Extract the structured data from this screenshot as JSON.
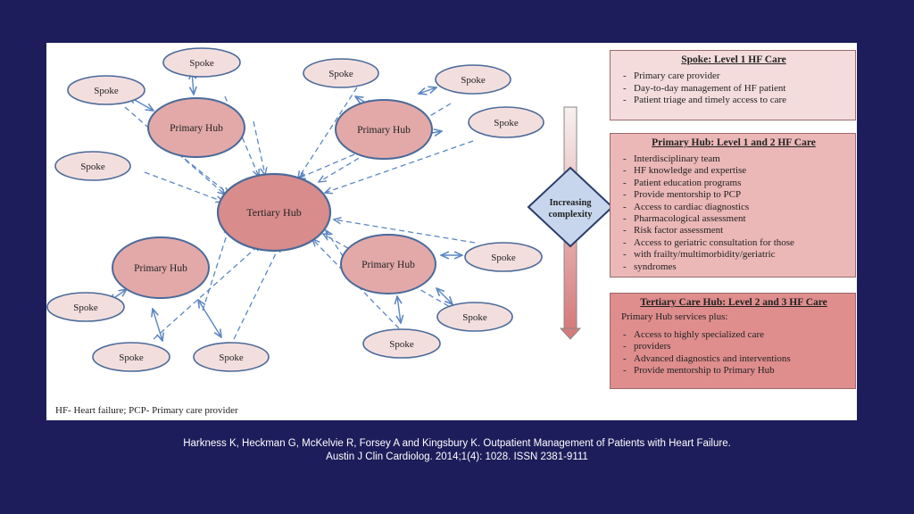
{
  "diagram": {
    "nodes": {
      "tertiary_hub": "Tertiary Hub",
      "primary_hub_top_left": "Primary Hub",
      "primary_hub_top_right": "Primary Hub",
      "primary_hub_bottom_left": "Primary Hub",
      "primary_hub_bottom_right": "Primary Hub",
      "spoke": "Spoke"
    },
    "complexity_label_line1": "Increasing",
    "complexity_label_line2": "complexity",
    "footnote": "HF- Heart failure; PCP- Primary care provider"
  },
  "boxes": {
    "spoke": {
      "title": "Spoke: Level 1 HF Care",
      "items": [
        "Primary care provider",
        "Day-to-day management of HF patient",
        "Patient triage and timely access to care"
      ]
    },
    "primary_hub": {
      "title": "Primary Hub: Level 1 and 2 HF Care",
      "items": [
        "Interdisciplinary team",
        "HF knowledge and expertise",
        "Patient education programs",
        "Provide mentorship to PCP",
        "Access to cardiac diagnostics",
        "Pharmacological assessment",
        "Risk factor assessment",
        "Access to geriatric consultation for those",
        "with frailty/multimorbidity/geriatric",
        "syndromes"
      ]
    },
    "tertiary": {
      "title": "Tertiary Care Hub: Level 2 and 3 HF Care",
      "subtitle": "Primary Hub services plus:",
      "items": [
        "Access to highly specialized care",
        "providers",
        "Advanced diagnostics and interventions",
        "Provide mentorship to Primary Hub"
      ]
    }
  },
  "citation": {
    "line1": "Harkness K, Heckman G, McKelvie R, Forsey A and Kingsbury K. Outpatient Management of Patients with Heart Failure.",
    "line2": "Austin J Clin Cardiolog. 2014;1(4): 1028. ISSN 2381-9111"
  },
  "colors": {
    "background": "#1d1d5b",
    "arrow": "#5b86c2",
    "node_stroke": "#4a6a9a",
    "tertiary_fill": "#d98c8c",
    "primary_fill": "#e3a9a9",
    "spoke_fill": "#f3dede"
  }
}
